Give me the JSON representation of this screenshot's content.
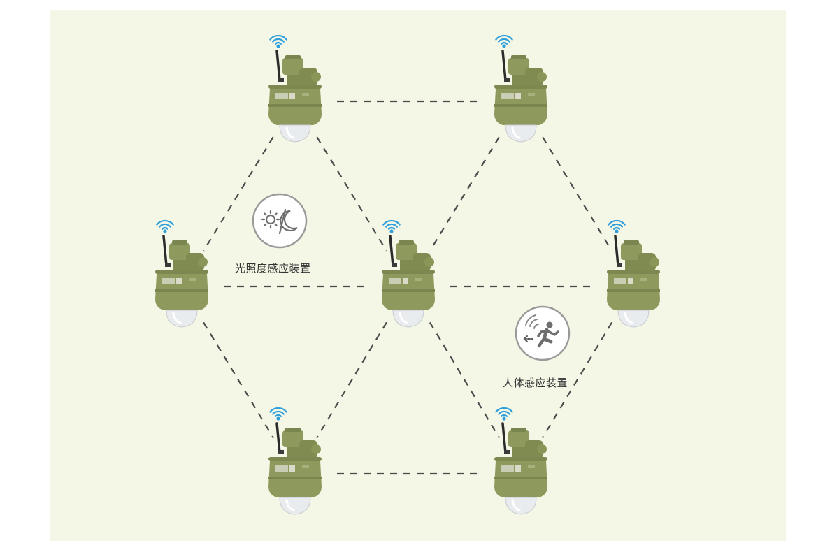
{
  "diagram": {
    "background_color": "#f5f7e6",
    "lamp_color": "#8e9a5d",
    "wifi_color": "#2f9fdc",
    "connector_color": "#4a4a4a",
    "lamps": [
      {
        "id": "lamp-top-left"
      },
      {
        "id": "lamp-top-right"
      },
      {
        "id": "lamp-middle-left"
      },
      {
        "id": "lamp-center"
      },
      {
        "id": "lamp-middle-right"
      },
      {
        "id": "lamp-bottom-left"
      },
      {
        "id": "lamp-bottom-right"
      }
    ],
    "connections": [
      [
        "lamp-top-left",
        "lamp-top-right"
      ],
      [
        "lamp-top-left",
        "lamp-middle-left"
      ],
      [
        "lamp-top-left",
        "lamp-center"
      ],
      [
        "lamp-top-right",
        "lamp-center"
      ],
      [
        "lamp-top-right",
        "lamp-middle-right"
      ],
      [
        "lamp-middle-left",
        "lamp-center"
      ],
      [
        "lamp-center",
        "lamp-middle-right"
      ],
      [
        "lamp-middle-left",
        "lamp-bottom-left"
      ],
      [
        "lamp-center",
        "lamp-bottom-left"
      ],
      [
        "lamp-center",
        "lamp-bottom-right"
      ],
      [
        "lamp-middle-right",
        "lamp-bottom-right"
      ],
      [
        "lamp-bottom-left",
        "lamp-bottom-right"
      ]
    ],
    "sensors": {
      "light": {
        "label": "光照度感应装置",
        "icon": "sun-moon-icon"
      },
      "motion": {
        "label": "人体感应装置",
        "icon": "running-person-icon"
      }
    }
  }
}
